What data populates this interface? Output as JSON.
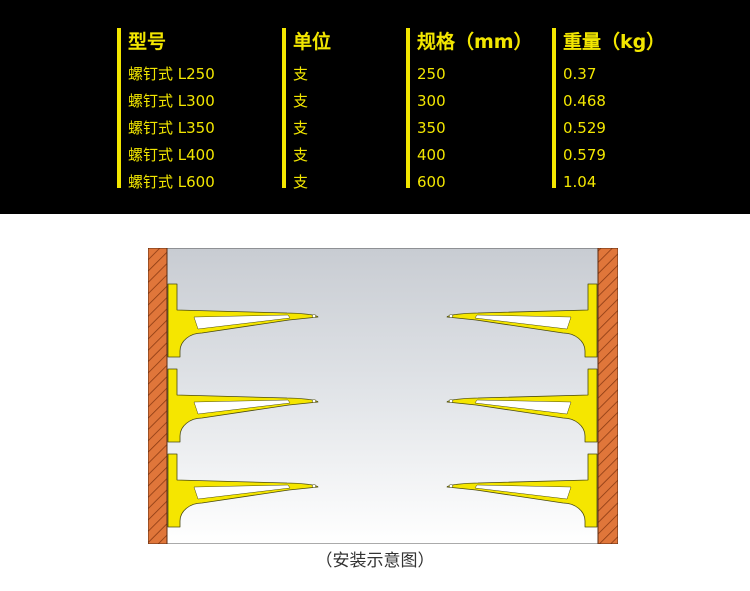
{
  "spec_table": {
    "headers": [
      "型号",
      "单位",
      "规格（mm）",
      "重量（kg）"
    ],
    "rows": [
      {
        "model": "螺钉式 L250",
        "unit": "支",
        "size": "250",
        "weight": "0.37"
      },
      {
        "model": "螺钉式 L300",
        "unit": "支",
        "size": "300",
        "weight": "0.468"
      },
      {
        "model": "螺钉式 L350",
        "unit": "支",
        "size": "350",
        "weight": "0.529"
      },
      {
        "model": "螺钉式 L400",
        "unit": "支",
        "size": "400",
        "weight": "0.579"
      },
      {
        "model": "螺钉式 L600",
        "unit": "支",
        "size": "600",
        "weight": "1.04"
      }
    ]
  },
  "diagram": {
    "caption": "（安装示意图）",
    "wall_color": "#e0763a",
    "bracket_color": "#f5e600",
    "background_color": "#c8ccd2"
  },
  "colors": {
    "panel_background": "#000000",
    "text_accent": "#f2e600"
  }
}
